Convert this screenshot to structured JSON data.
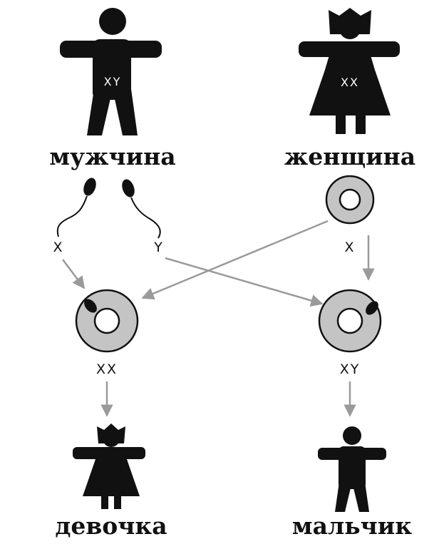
{
  "colors": {
    "ink": "#111111",
    "arrow": "#9a9a9a",
    "egg": "#c4c4c4",
    "background": "#ffffff"
  },
  "man": {
    "label": "мужчина",
    "chromosomes": "XY"
  },
  "woman": {
    "label": "женщина",
    "chromosomes": "XX"
  },
  "sperm": {
    "left_chromosome": "X",
    "right_chromosome": "Y"
  },
  "egg": {
    "chromosome": "X"
  },
  "zygote_left": {
    "chromosomes": "XX"
  },
  "zygote_right": {
    "chromosomes": "XY"
  },
  "girl": {
    "label": "девочка"
  },
  "boy": {
    "label": "мальчик"
  }
}
